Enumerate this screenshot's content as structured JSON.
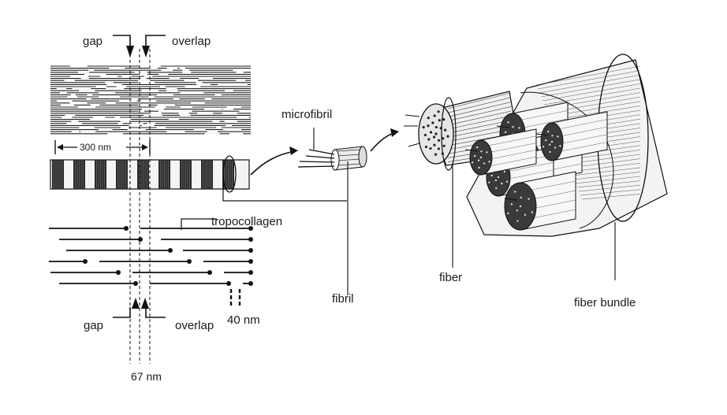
{
  "diagram": {
    "labels": {
      "gap_top": "gap",
      "overlap_top": "overlap",
      "period": "300 nm",
      "tropocollagen": "tropocollagen",
      "microfibril": "microfibril",
      "fibril": "fibril",
      "fiber": "fiber",
      "fiber_bundle": "fiber bundle",
      "gap_bottom": "gap",
      "overlap_bottom": "overlap",
      "molecule_spacing": "40 nm",
      "band_period": "67 nm"
    },
    "colors": {
      "ink": "#111111",
      "background": "#ffffff"
    }
  }
}
